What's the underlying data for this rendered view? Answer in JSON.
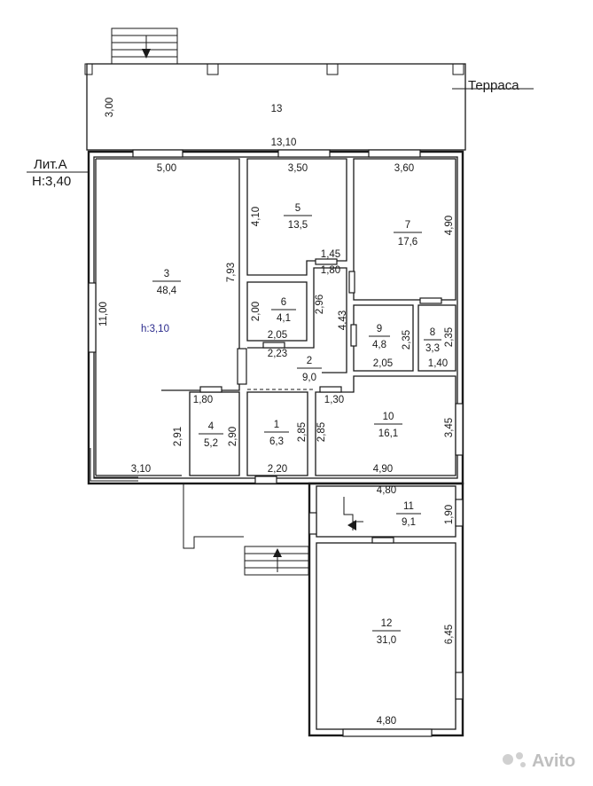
{
  "plan": {
    "terrace_label": "Терраса",
    "lit_label": "Лит.А",
    "height_label": "Н:3,40",
    "ceiling_label": "h:3,10",
    "watermark": "Avito"
  },
  "rooms": [
    {
      "num": "13",
      "area": ""
    },
    {
      "num": "3",
      "area": "48,4"
    },
    {
      "num": "5",
      "area": "13,5"
    },
    {
      "num": "7",
      "area": "17,6"
    },
    {
      "num": "6",
      "area": "4,1"
    },
    {
      "num": "2",
      "area": "9,0"
    },
    {
      "num": "9",
      "area": "4,8"
    },
    {
      "num": "8",
      "area": "3,3"
    },
    {
      "num": "4",
      "area": "5,2"
    },
    {
      "num": "1",
      "area": "6,3"
    },
    {
      "num": "10",
      "area": "16,1"
    },
    {
      "num": "11",
      "area": "9,1"
    },
    {
      "num": "12",
      "area": "31,0"
    }
  ],
  "dimensions": [
    "3,00",
    "13,10",
    "5,00",
    "3,50",
    "3,60",
    "4,10",
    "4,90",
    "7,93",
    "1,45",
    "1,80",
    "11,00",
    "2,00",
    "2,96",
    "4,43",
    "2,05",
    "2,35",
    "2,35",
    "2,23",
    "2,05",
    "1,40",
    "1,80",
    "1,30",
    "2,91",
    "2,90",
    "2,85",
    "2,85",
    "3,45",
    "3,10",
    "2,20",
    "4,90",
    "4,80",
    "1,90",
    "6,45",
    "4,80"
  ]
}
